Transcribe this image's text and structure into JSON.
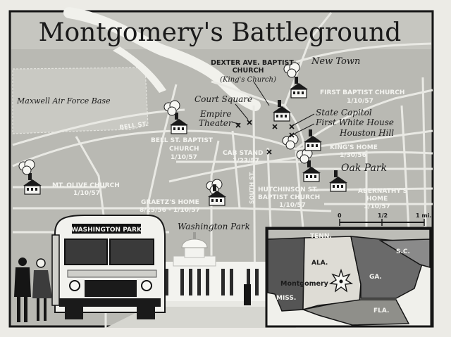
{
  "title": "Montgomery's Battleground",
  "labels": {
    "dexter_1": "DEXTER AVE. BAPTIST",
    "dexter_2": "CHURCH",
    "dexter_3": "(King's Church)",
    "new_town": "New Town",
    "first_baptist_1": "FIRST BAPTIST CHURCH",
    "first_baptist_2": "1/10/57",
    "maxwell": "Maxwell Air Force Base",
    "court_square": "Court Square",
    "empire_1": "Empire",
    "empire_2": "Theater",
    "state_capitol": "State Capitol",
    "first_white_house": "First White House",
    "houston_hill": "Houston Hill",
    "bell_st": "BELL ST.",
    "bell_church_1": "BELL ST. BAPTIST",
    "bell_church_2": "CHURCH",
    "bell_church_3": "1/10/57",
    "cab_stand_1": "CAB STAND",
    "cab_stand_2": "1/23/57",
    "kings_home_1": "KING'S HOME",
    "kings_home_2": "1/30/56",
    "oak_park": "Oak Park",
    "mt_olive_1": "MT. OLIVE CHURCH",
    "mt_olive_2": "1/10/57",
    "hutchinson_1": "HUTCHINSON ST.",
    "hutchinson_2": "BAPTIST CHURCH",
    "hutchinson_3": "1/10/57",
    "abernathy_1": "ABERNATHY'S",
    "abernathy_2": "HOME",
    "abernathy_3": "1/10/57",
    "graetz_1": "GRAETZ'S HOME",
    "graetz_2": "8/25/56 - 1/10/57",
    "washington_park": "Washington Park",
    "street_vertical": "SOUTH ST.",
    "bus_sign": "WASHINGTON PARK",
    "scale_0": "0",
    "scale_half": "1/2",
    "scale_1": "1 mi."
  },
  "inset": {
    "tenn": "TENN.",
    "ala": "ALA.",
    "ga": "GA.",
    "sc": "S.C.",
    "miss": "MISS.",
    "fla": "FLA.",
    "city": "Montgomery"
  },
  "colors": {
    "land": "#b9b9b3",
    "river": "#f1f1ec",
    "streets": "#e9e9e4",
    "frame": "#151515",
    "alabama": "#dedcd5"
  },
  "icons": {
    "church": "church-icon",
    "explosion": "bomb-explosion-icon",
    "incident": "x-mark-icon",
    "city": "star-burst-icon"
  }
}
